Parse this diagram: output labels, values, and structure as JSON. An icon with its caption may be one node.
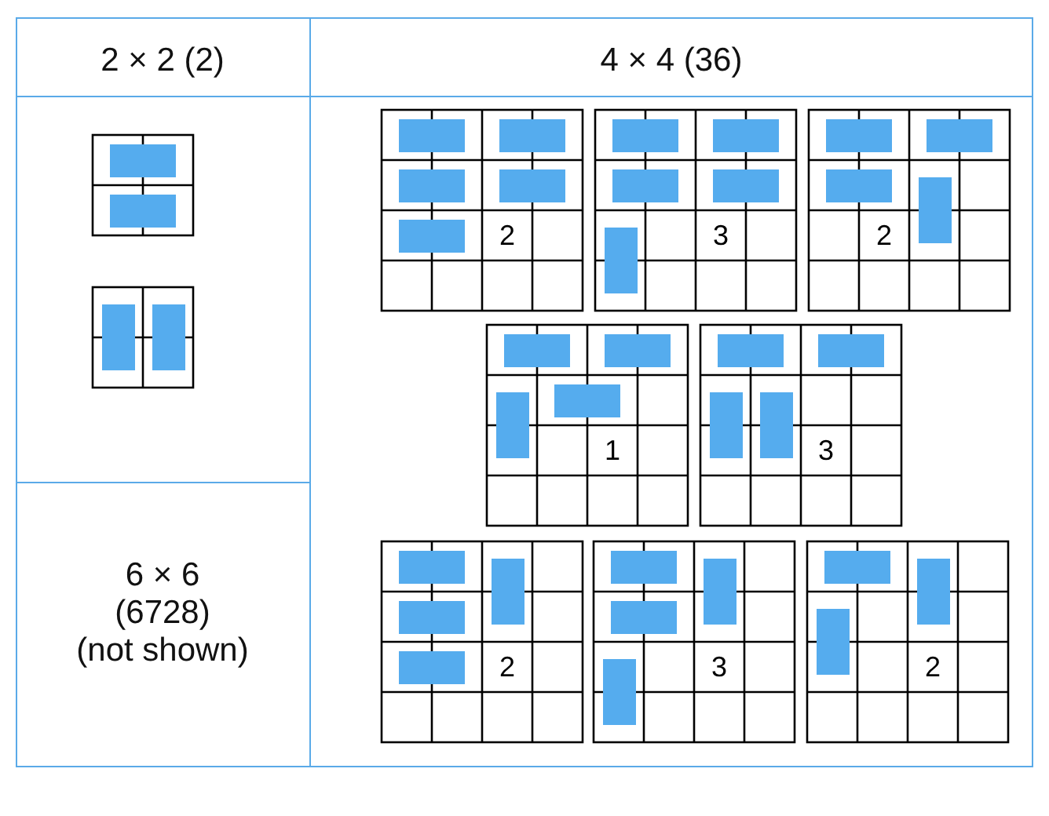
{
  "diagram": {
    "labels": [
      "2 × 2 (2)",
      "4 × 4 (36)",
      "2",
      "3",
      "2",
      "1",
      "3",
      "2",
      "3",
      "2",
      "6 × 6",
      "(6728)",
      "(not shown)"
    ]
  }
}
